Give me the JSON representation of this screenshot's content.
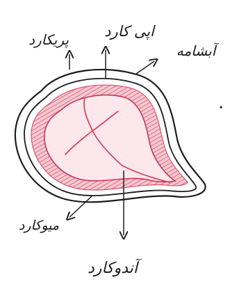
{
  "labels": {
    "pericardium": "پریکارد",
    "epicardium": "اپی کارد",
    "visceral_layer": "آبشامه",
    "myocardium": "میوکارد",
    "endocardium": "آندوکارد"
  },
  "colors": {
    "ink": "#1c1c1c",
    "muscle_hatch": "#d9556f",
    "muscle_fill": "#f4c9d2",
    "inner_fill": "#fbe7ec",
    "vessel": "#d4415f"
  }
}
